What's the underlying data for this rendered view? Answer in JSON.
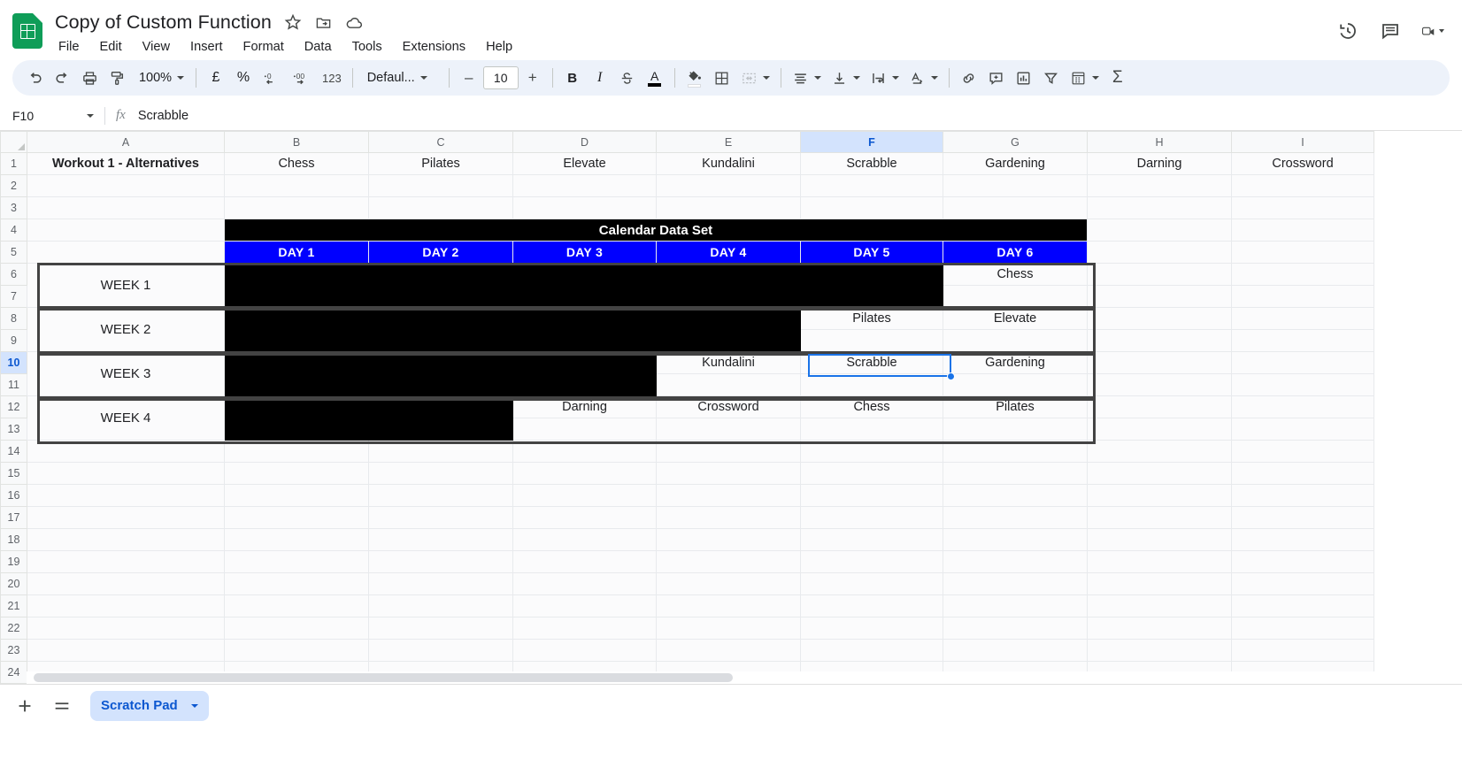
{
  "app": {
    "doc_title": "Copy of Custom Function",
    "logo_icon": "sheets-logo-icon",
    "title_icons": [
      "star-icon",
      "move-to-folder-icon",
      "cloud-saved-icon"
    ],
    "menus": [
      "File",
      "Edit",
      "View",
      "Insert",
      "Format",
      "Data",
      "Tools",
      "Extensions",
      "Help"
    ],
    "right_icons": [
      "version-history-icon",
      "comment-icon",
      "video-call-icon"
    ]
  },
  "toolbar": {
    "undo_icon": "undo-icon",
    "redo_icon": "redo-icon",
    "print_icon": "print-icon",
    "paint_format_icon": "paint-format-icon",
    "zoom_value": "100%",
    "currency_icon": "pound-currency-icon",
    "percent_icon": "percent-icon",
    "decrease_decimal": ".0",
    "increase_decimal": ".00",
    "number_format": "123",
    "font_family": "Defaul...",
    "font_decrease": "–",
    "font_size": "10",
    "font_increase": "+",
    "bold": "B",
    "italic": "I",
    "strikethrough_icon": "strikethrough-icon",
    "text_color_icon": "text-color-icon",
    "fill_color_icon": "fill-color-icon",
    "borders_icon": "borders-icon",
    "merge_cells_icon": "merge-cells-icon",
    "horizontal_align_icon": "horizontal-align-icon",
    "vertical_align_icon": "vertical-align-icon",
    "text_wrap_icon": "text-wrap-icon",
    "text_rotation_icon": "text-rotation-icon",
    "link_icon": "insert-link-icon",
    "comment_icon": "insert-comment-icon",
    "chart_icon": "insert-chart-icon",
    "filter_icon": "create-filter-icon",
    "functions_icon": "functions-icon",
    "sigma_icon": "sigma-icon"
  },
  "formula_bar": {
    "name_box": "F10",
    "fx_label": "fx",
    "value": "Scrabble"
  },
  "grid": {
    "columns": [
      "A",
      "B",
      "C",
      "D",
      "E",
      "F",
      "G",
      "H",
      "I"
    ],
    "selected_column": "F",
    "selected_row": "10",
    "rows": [
      "1",
      "2",
      "3",
      "4",
      "5",
      "6",
      "7",
      "8",
      "9",
      "10",
      "11",
      "12",
      "13",
      "14",
      "15",
      "16",
      "17",
      "18",
      "19",
      "20",
      "21",
      "22",
      "23",
      "24"
    ],
    "row1": {
      "A": "Workout 1 - Alternatives",
      "B": "Chess",
      "C": "Pilates",
      "D": "Elevate",
      "E": "Kundalini",
      "F": "Scrabble",
      "G": "Gardening",
      "H": "Darning",
      "I": "Crossword"
    },
    "calendar_title": "Calendar Data Set",
    "day_headers": [
      "DAY 1",
      "DAY 2",
      "DAY 3",
      "DAY 4",
      "DAY 5",
      "DAY 6"
    ],
    "week_labels": [
      "WEEK 1",
      "WEEK 2",
      "WEEK 3",
      "WEEK 4"
    ],
    "weeks": [
      {
        "label": "WEEK 1",
        "days": [
          "",
          "",
          "",
          "",
          "",
          "Chess"
        ],
        "blacked": [
          true,
          true,
          true,
          true,
          true,
          false
        ]
      },
      {
        "label": "WEEK 2",
        "days": [
          "",
          "",
          "",
          "",
          "Pilates",
          "Elevate"
        ],
        "blacked": [
          true,
          true,
          true,
          true,
          false,
          false
        ]
      },
      {
        "label": "WEEK 3",
        "days": [
          "",
          "",
          "",
          "Kundalini",
          "Scrabble",
          "Gardening"
        ],
        "blacked": [
          true,
          true,
          true,
          false,
          false,
          false
        ]
      },
      {
        "label": "WEEK 4",
        "days": [
          "",
          "",
          "Darning",
          "Crossword",
          "Chess",
          "Pilates"
        ],
        "blacked": [
          true,
          true,
          false,
          false,
          false,
          false
        ]
      }
    ],
    "selected_cell_value": "Scrabble"
  },
  "colors": {
    "brand_green": "#0f9d58",
    "accent_blue": "#1a73e8",
    "selection_blue": "#d3e3fd",
    "day_header_blue": "#0000ff",
    "black_fill": "#000000",
    "thick_border": "#434343"
  },
  "bottom": {
    "add_sheet_icon": "add-sheet-icon",
    "all_sheets_icon": "all-sheets-icon",
    "sheet_tab_name": "Scratch Pad",
    "sheet_tab_caret_icon": "chevron-down-icon"
  }
}
